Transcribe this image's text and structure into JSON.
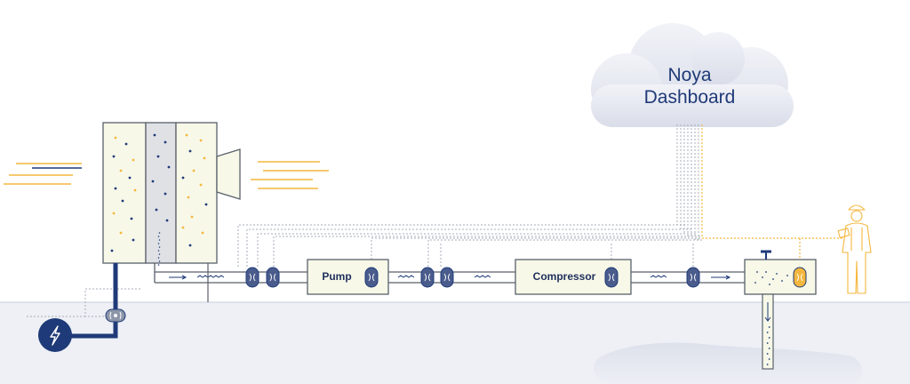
{
  "cloud": {
    "line1": "Noya",
    "line2": "Dashboard"
  },
  "stages": {
    "pump_label": "Pump",
    "compressor_label": "Compressor"
  },
  "colors": {
    "navy": "#1f3a78",
    "accent_yellow": "#f4b73d",
    "box_fill": "#f7f8e8",
    "box_stroke": "#59616b",
    "ground": "#eef0f6",
    "cloud": "#e4e7f1",
    "dots": "#a7adb8"
  },
  "icons": [
    "power-bolt-icon",
    "sensor-icon",
    "worker-with-tablet-icon",
    "valve-handle-icon"
  ]
}
